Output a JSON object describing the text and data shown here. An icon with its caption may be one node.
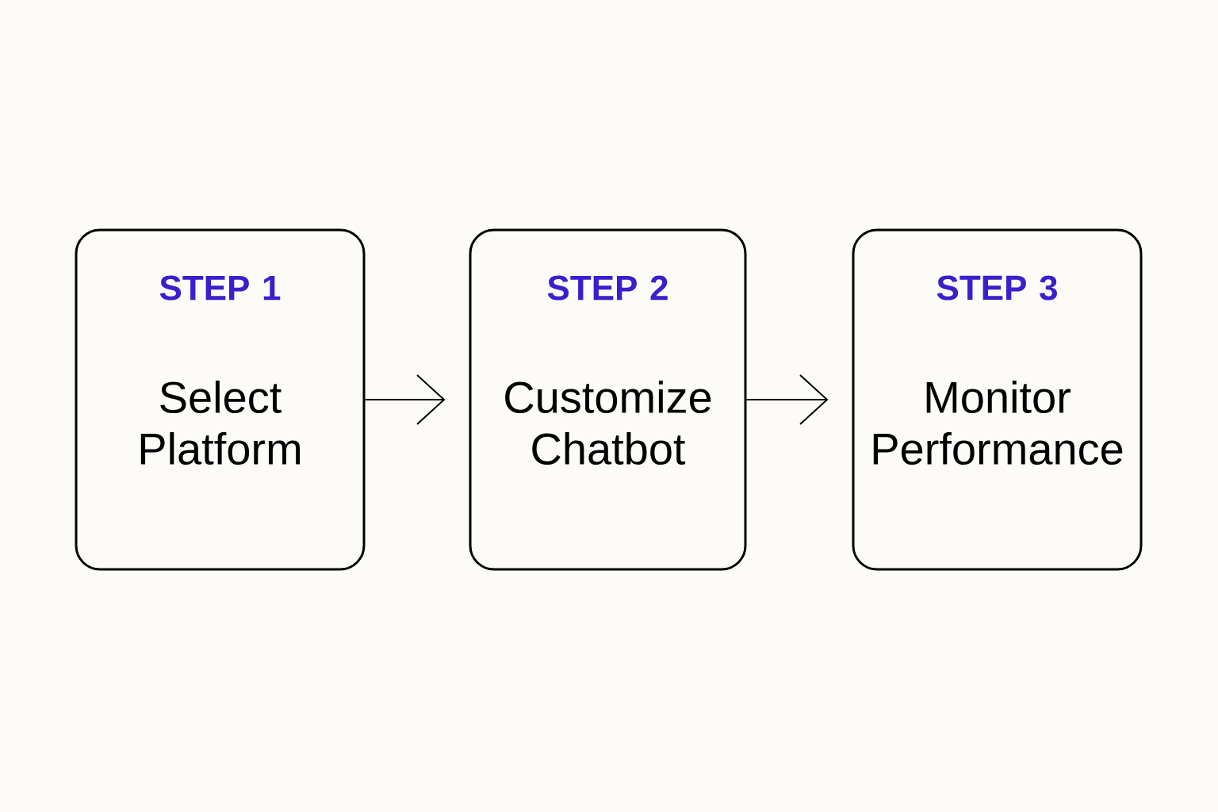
{
  "diagram": {
    "nodes": [
      {
        "text": [
          "STEP 1",
          "Select Platform"
        ]
      },
      {
        "text": [
          "STEP 2",
          "Customize Chatbot"
        ]
      },
      {
        "text": [
          "STEP 3",
          "Monitor Performance"
        ]
      }
    ],
    "edges": [
      {
        "from": 0,
        "to": 1,
        "arrow": "to"
      },
      {
        "from": 1,
        "to": 2,
        "arrow": "to"
      }
    ]
  }
}
